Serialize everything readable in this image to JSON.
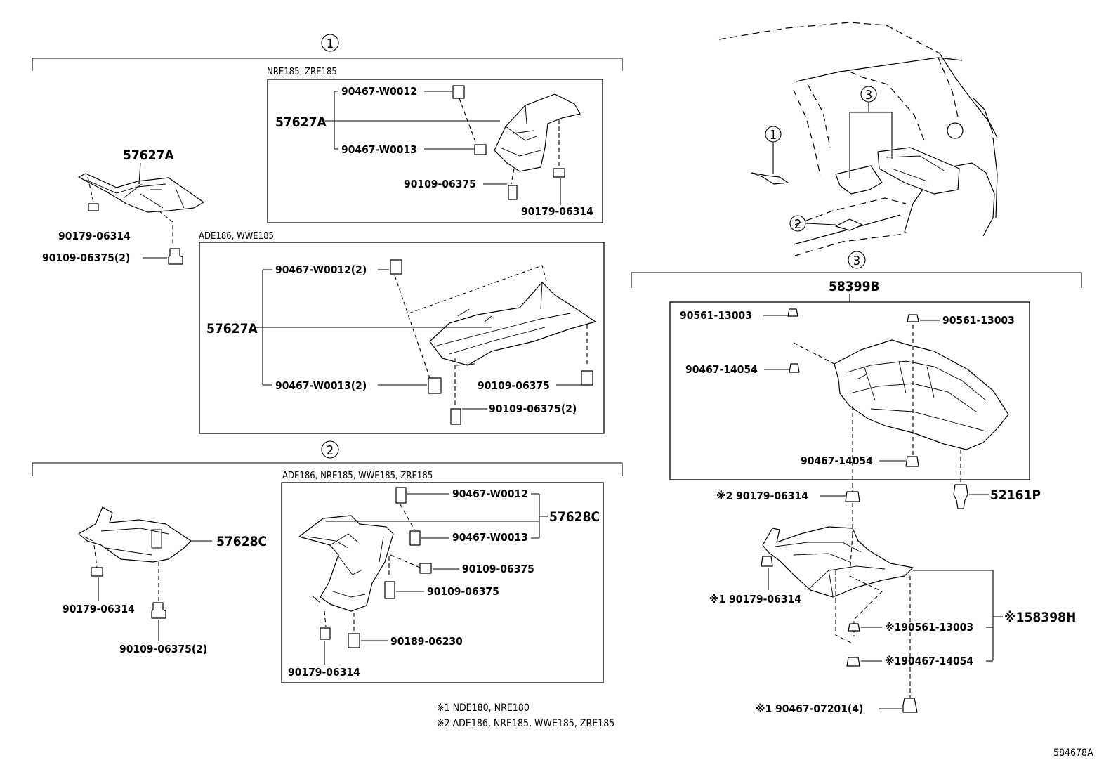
{
  "callouts": {
    "c1": "1",
    "c2": "2",
    "c3": "3"
  },
  "variants": {
    "g1a": "NRE185, ZRE185",
    "g1b": "ADE186, WWE185",
    "g2": "ADE186, NRE185, WWE185, ZRE185"
  },
  "parts": {
    "p57627A": "57627A",
    "p57628C": "57628C",
    "p58399B": "58399B",
    "p52161P": "52161P",
    "p58398H": "※158398H",
    "w0012": "90467-W0012",
    "w0013": "90467-W0013",
    "w0012x2": "90467-W0012(2)",
    "w0013x2": "90467-W0013(2)",
    "b06375": "90109-06375",
    "b06375x2": "90109-06375(2)",
    "c06314": "90179-06314",
    "c06230": "90189-06230",
    "n13003": "90561-13003",
    "k14054": "90467-14054",
    "s2c06314": "※2 90179-06314",
    "s1c06314": "※1 90179-06314",
    "s1n13003": "※190561-13003",
    "s1k14054": "※190467-14054",
    "s1k07201": "※1 90467-07201(4)"
  },
  "notes": {
    "n1": "※1  NDE180, NRE180",
    "n2": "※2 ADE186, NRE185, WWE185, ZRE185"
  },
  "diagram_code": "584678A"
}
